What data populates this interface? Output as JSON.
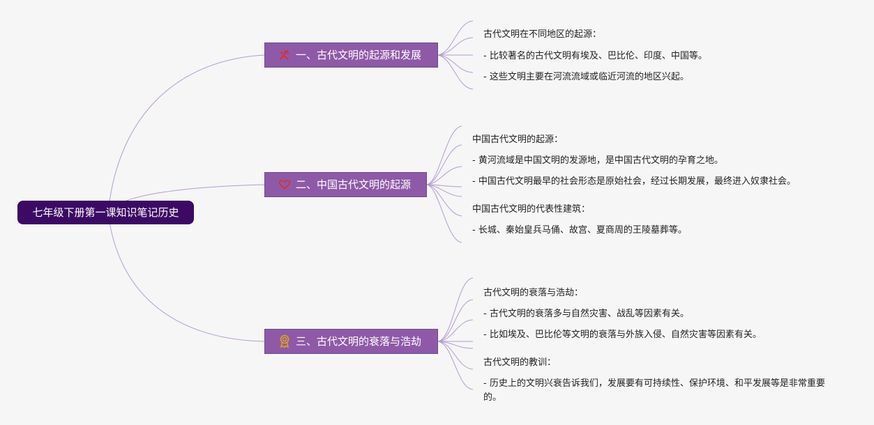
{
  "root": {
    "label": "七年级下册第一课知识笔记历史"
  },
  "branches": [
    {
      "label": "一、古代文明的起源和发展",
      "icon": "crossed-tools-icon",
      "leaves": [
        "古代文明在不同地区的起源：",
        "- 比较著名的古代文明有埃及、巴比伦、印度、中国等。",
        "- 这些文明主要在河流流域或临近河流的地区兴起。"
      ]
    },
    {
      "label": "二、中国古代文明的起源",
      "icon": "heart-icon",
      "leaves": [
        "中国古代文明的起源：",
        "- 黄河流域是中国文明的发源地，是中国古代文明的孕育之地。",
        "- 中国古代文明最早的社会形态是原始社会，经过长期发展，最终进入奴隶社会。",
        "中国古代文明的代表性建筑：",
        "- 长城、秦始皇兵马俑、故宫、夏商周的王陵墓葬等。"
      ]
    },
    {
      "label": "三、古代文明的衰落与浩劫",
      "icon": "medal-icon",
      "leaves": [
        "古代文明的衰落与浩劫：",
        "- 古代文明的衰落多与自然灾害、战乱等因素有关。",
        "- 比如埃及、巴比伦等文明的衰落与外族入侵、自然灾害等因素有关。",
        "古代文明的教训：",
        "- 历史上的文明兴衰告诉我们，发展要有可持续性、保护环境、和平发展等是非常重要的。"
      ]
    }
  ],
  "colors": {
    "root_bg": "#3c0a64",
    "branch_bg": "#8e5aa7",
    "connector": "#b39bd0",
    "icon_red": "#d93030",
    "icon_gold": "#e0a21a"
  }
}
